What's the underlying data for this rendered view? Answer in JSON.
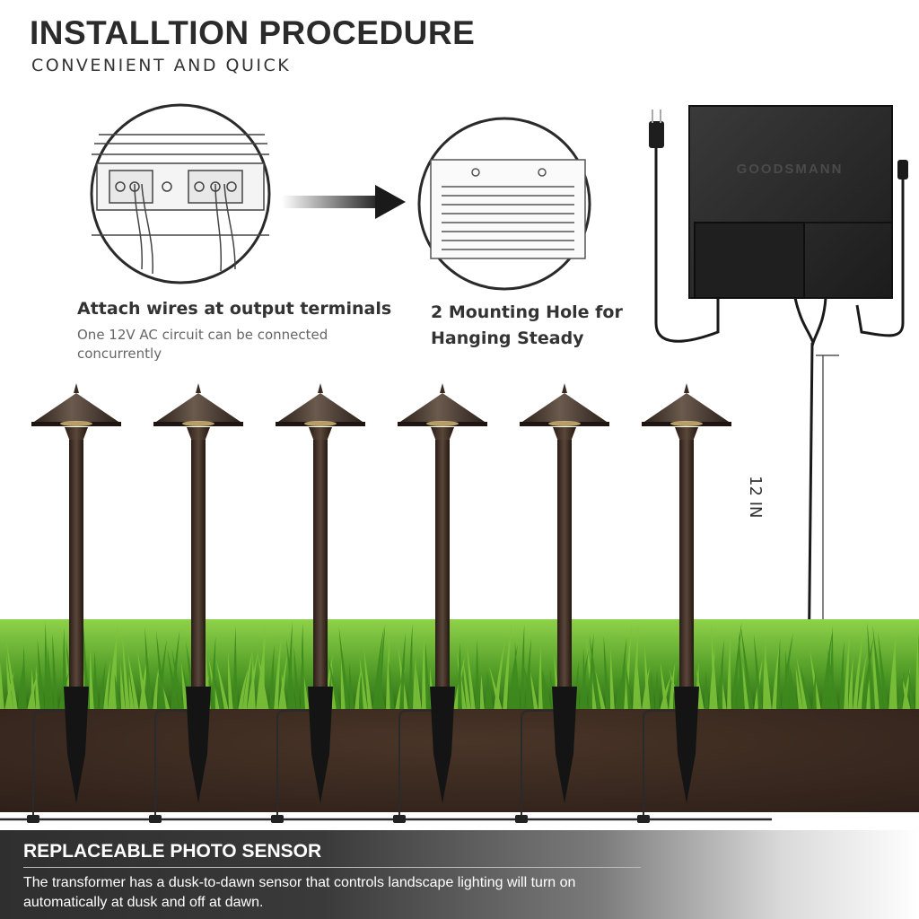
{
  "header": {
    "title": "INSTALLTION PROCEDURE",
    "subtitle": "CONVENIENT AND QUICK"
  },
  "steps": [
    {
      "title": "Attach wires at output terminals",
      "description": "One 12V AC circuit can be connected concurrently"
    },
    {
      "title": "2 Mounting Hole for Hanging Steady"
    }
  ],
  "transformer": {
    "brand": "GOODSMANN"
  },
  "cable": {
    "length_label": "12 IN"
  },
  "lights": {
    "count": 6
  },
  "banner": {
    "title": "REPLACEABLE PHOTO SENSOR",
    "description": "The transformer has a dusk-to-dawn sensor that controls landscape lighting will turn on automatically at dusk and off at dawn."
  },
  "colors": {
    "soil": "#3b2a20",
    "grass": "#5aa52c",
    "light_finish": "#3a2a22",
    "transformer": "#232323",
    "banner": "#333333"
  }
}
